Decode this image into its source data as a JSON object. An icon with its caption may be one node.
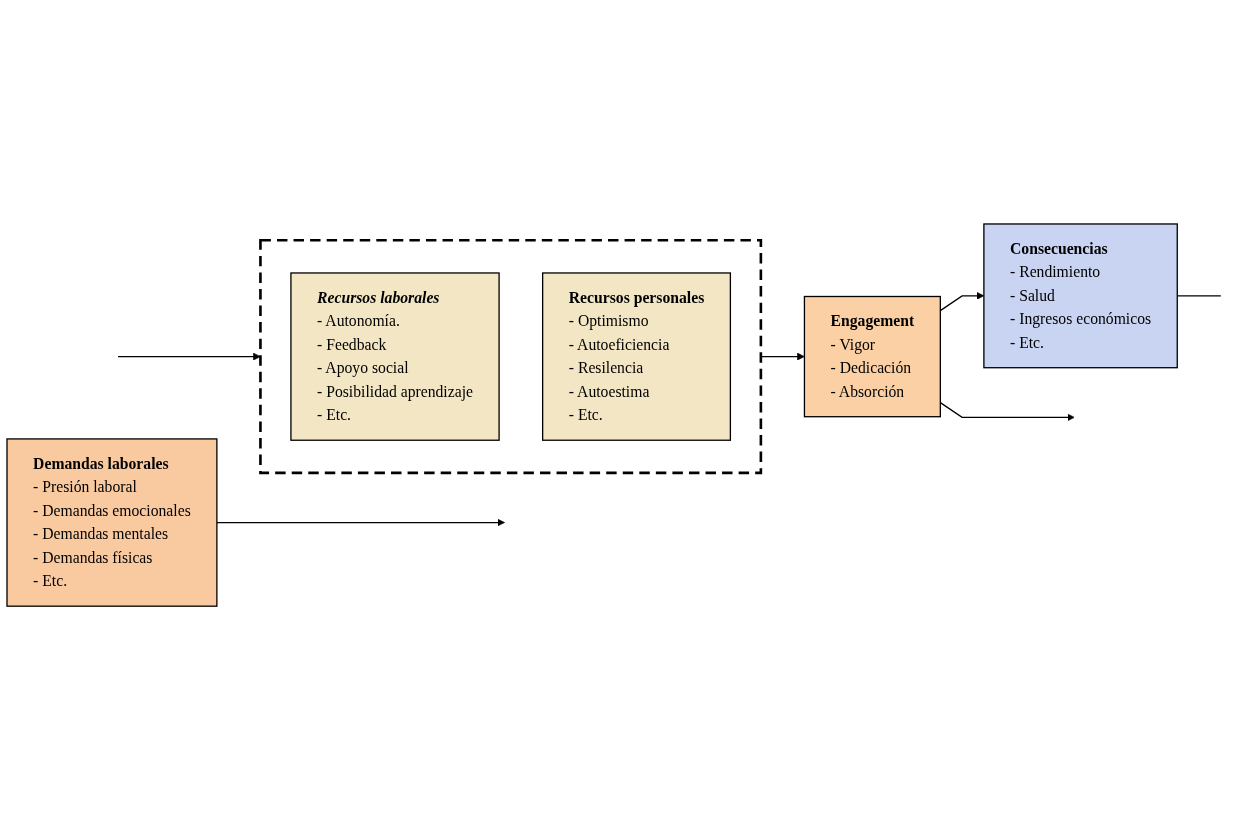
{
  "diagram": {
    "nodes": [
      {
        "text": [],
        "shape": "box"
      },
      {
        "text": [
          "Recursos laborales",
          "- Autonomía.",
          "- Feedback",
          "- Apoyo social",
          "- Posibilidad aprendizaje",
          "- Etc."
        ],
        "in": 0
      },
      {
        "text": [
          "Recursos personales",
          "- Optimismo",
          "- Autoeficiencia",
          "- Resilencia",
          "- Autoestima",
          "- Etc."
        ],
        "in": 0
      },
      {
        "text": [
          "Demandas laborales",
          "- Presión laboral",
          "- Demandas emocionales",
          "- Demandas mentales",
          "- Demandas físicas",
          "- Etc."
        ]
      },
      {
        "text": [
          "Engagement",
          "- Vigor",
          "- Dedicación",
          "- Absorción"
        ]
      },
      {
        "text": [
          "Consecuencias",
          "- Rendimiento",
          "- Salud",
          "- Ingresos económicos",
          "- Etc."
        ]
      }
    ],
    "edges": [
      {
        "from": 0,
        "to": 4,
        "arrow": "to"
      },
      {
        "from": 3,
        "to": null,
        "arrow": "to"
      },
      {
        "from": 4,
        "to": 5,
        "arrow": "to"
      },
      {
        "from": 4,
        "to": null,
        "arrow": "to"
      },
      {
        "from": 5,
        "to": null,
        "arrow": "none"
      },
      {
        "from": null,
        "to": 0,
        "arrow": "to"
      }
    ]
  }
}
